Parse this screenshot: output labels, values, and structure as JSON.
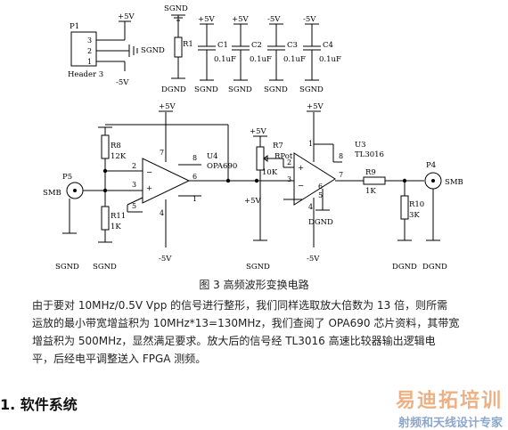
{
  "labels": {
    "p1": "P1",
    "header3": "Header 3",
    "pin3": "3",
    "pin2": "2",
    "pin1": "1",
    "sgnd": "SGND",
    "dgnd": "DGND",
    "p5v": "+5V",
    "m5v": "-5V",
    "r1": "R1",
    "c1": "C1",
    "c2": "C2",
    "c3": "C3",
    "c4": "C4",
    "cval": "0.1uF",
    "r8": "R8",
    "r8v": "12K",
    "r11": "R11",
    "r11v": "1K",
    "p5": "P5",
    "smb": "SMB",
    "u4": "U4",
    "opa690": "OPA690",
    "n2": "2",
    "n3": "3",
    "n5": "5",
    "n7": "7",
    "n8": "8",
    "n6": "6",
    "n1": "1",
    "n4": "4",
    "r7": "R7",
    "rpot": "RPot",
    "r7v": "10K",
    "u3": "U3",
    "tl3016": "TL3016",
    "r9": "R9",
    "r9v": "1K",
    "r10": "R10",
    "r10v": "3K",
    "p4": "P4"
  },
  "caption": "图 3   高频波形变换电路",
  "paragraph": [
    "由于要对 10MHz/0.5V Vpp 的信号进行整形，我们同样选取放大倍数为 13 倍，则所需",
    "运放的最小带宽增益积为 10MHz*13=130MHz，我们查阅了 OPA690 芯片资料，其带宽",
    "增益积为 500MHz，显然满足要求。放大后的信号经 TL3016 高速比较器输出逻辑电",
    "平，后经电平调整送入 FPGA 测频。"
  ],
  "section_heading": "1.  软件系统",
  "watermark": {
    "line1": "易迪拓培训",
    "line2": "射频和天线设计专家"
  }
}
